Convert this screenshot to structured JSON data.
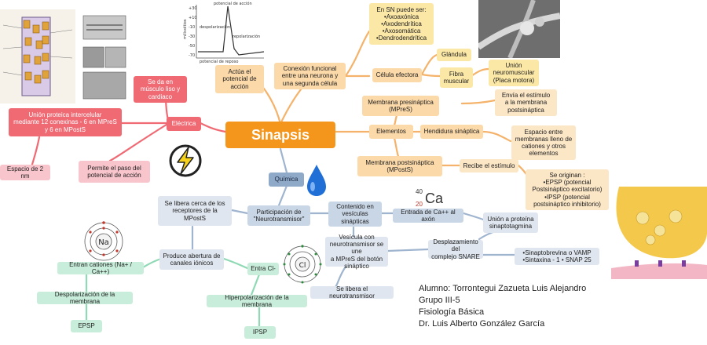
{
  "central": "Sinapsis",
  "nodes": {
    "actua": "Actúa el\npotencial de\nacción",
    "conexion": "Conexión funcional\nentre una neurona y\nuna segunda célula",
    "sn_title": "En SN puede ser:",
    "sn_items": [
      "•Axoaxónica",
      "•Axodendrítica",
      "•Axosomática",
      "•Dendrodendrítica"
    ],
    "celula": "Célula efectora",
    "glandula": "Glándula",
    "fibra": "Fibra\nmuscular",
    "union_neuro": "Unión\nneuromuscular\n(Placa motora)",
    "mpres": "Membrana presináptica\n(MPreS)",
    "envia": "Envía el estímulo\na la membrana\npostsináptica",
    "elementos": "Elementos",
    "hendidura": "Hendidura sináptica",
    "espacio_entre": "Espacio entre\nmembranas lleno de\ncationes y otros\nelementos",
    "mposts": "Membrana postsináptica\n(MPostS)",
    "recibe": "Recibe el estímulo",
    "originan": "Se originan :\n•EPSP (potencial\nPostsináptico excitatorio)\n•IPSP (potencial\npostsináptico inhibitorio)",
    "electrica": "Eléctrica",
    "musculo": "Se da en\nmúsculo liso y\ncardiaco",
    "union_prot": "Unión proteica intercelular\nmediante 12 conexinas - 6 en MPreS\ny 6 en MPostS",
    "espacio_2nm": "Espacio de 2 nm",
    "permite": "Permite el paso del\npotencial de acción",
    "quimica": "Química",
    "participacion": "Participación de\n\"Neurotransmisor\"",
    "libera_cerca": "Se libera cerca de los\nreceptores de la\nMPostS",
    "contenido": "Contenido en\nvesículas\nsinápticas",
    "entrada_ca": "Entrada de Ca++ al axón",
    "union_sinap": "Unión a proteína\nsinaptotagmina",
    "vesicula": "Vesícula con\nneurotransmisor se une\na MPreS del botón\nsináptico",
    "desplazamiento": "Desplazamiento del\ncomplejo SNARE",
    "sinaptobrevina": "•Sinaptobrevina o VAMP\n•Sintaxina - 1 • SNAP 25",
    "libera_neuro": "Se libera el neurotransmisor",
    "produce": "Produce abertura de\ncanales iónicos",
    "entran": "Entran cationes (Na+ / Ca++)",
    "despol": "Despolarización de la membrana",
    "epsp": "EPSP",
    "entra_cl": "Entra Cl-",
    "hiperpol": "Hiperpolarización de la membrana",
    "ipsp": "IPSP"
  },
  "graph_labels": {
    "y_axis": "milivoltios",
    "peak": "potencial de acción",
    "depol": "despolarización",
    "repol": "repolarización",
    "rest": "potencial\nde reposo",
    "ticks": [
      "+30",
      "+10",
      "-10",
      "-30",
      "-50",
      "-70"
    ]
  },
  "atoms": {
    "na": "Na",
    "cl": "Cl"
  },
  "calcium": {
    "symbol": "Ca",
    "mass": "40",
    "number": "20"
  },
  "credits": [
    "Alumno: Torrontegui Zazueta Luis Alejandro",
    "Grupo III-5",
    "Fisiología Básica",
    "Dr. Luis Alberto González García"
  ],
  "colors": {
    "orange": "#f4961c",
    "red": "#f06a74",
    "blue": "#8fa9c9",
    "mint": "#c8eedb",
    "line_orange": "#f4b26a",
    "line_red": "#f06a74",
    "line_blue": "#9fb4cf",
    "line_mint": "#8fd9b5"
  }
}
